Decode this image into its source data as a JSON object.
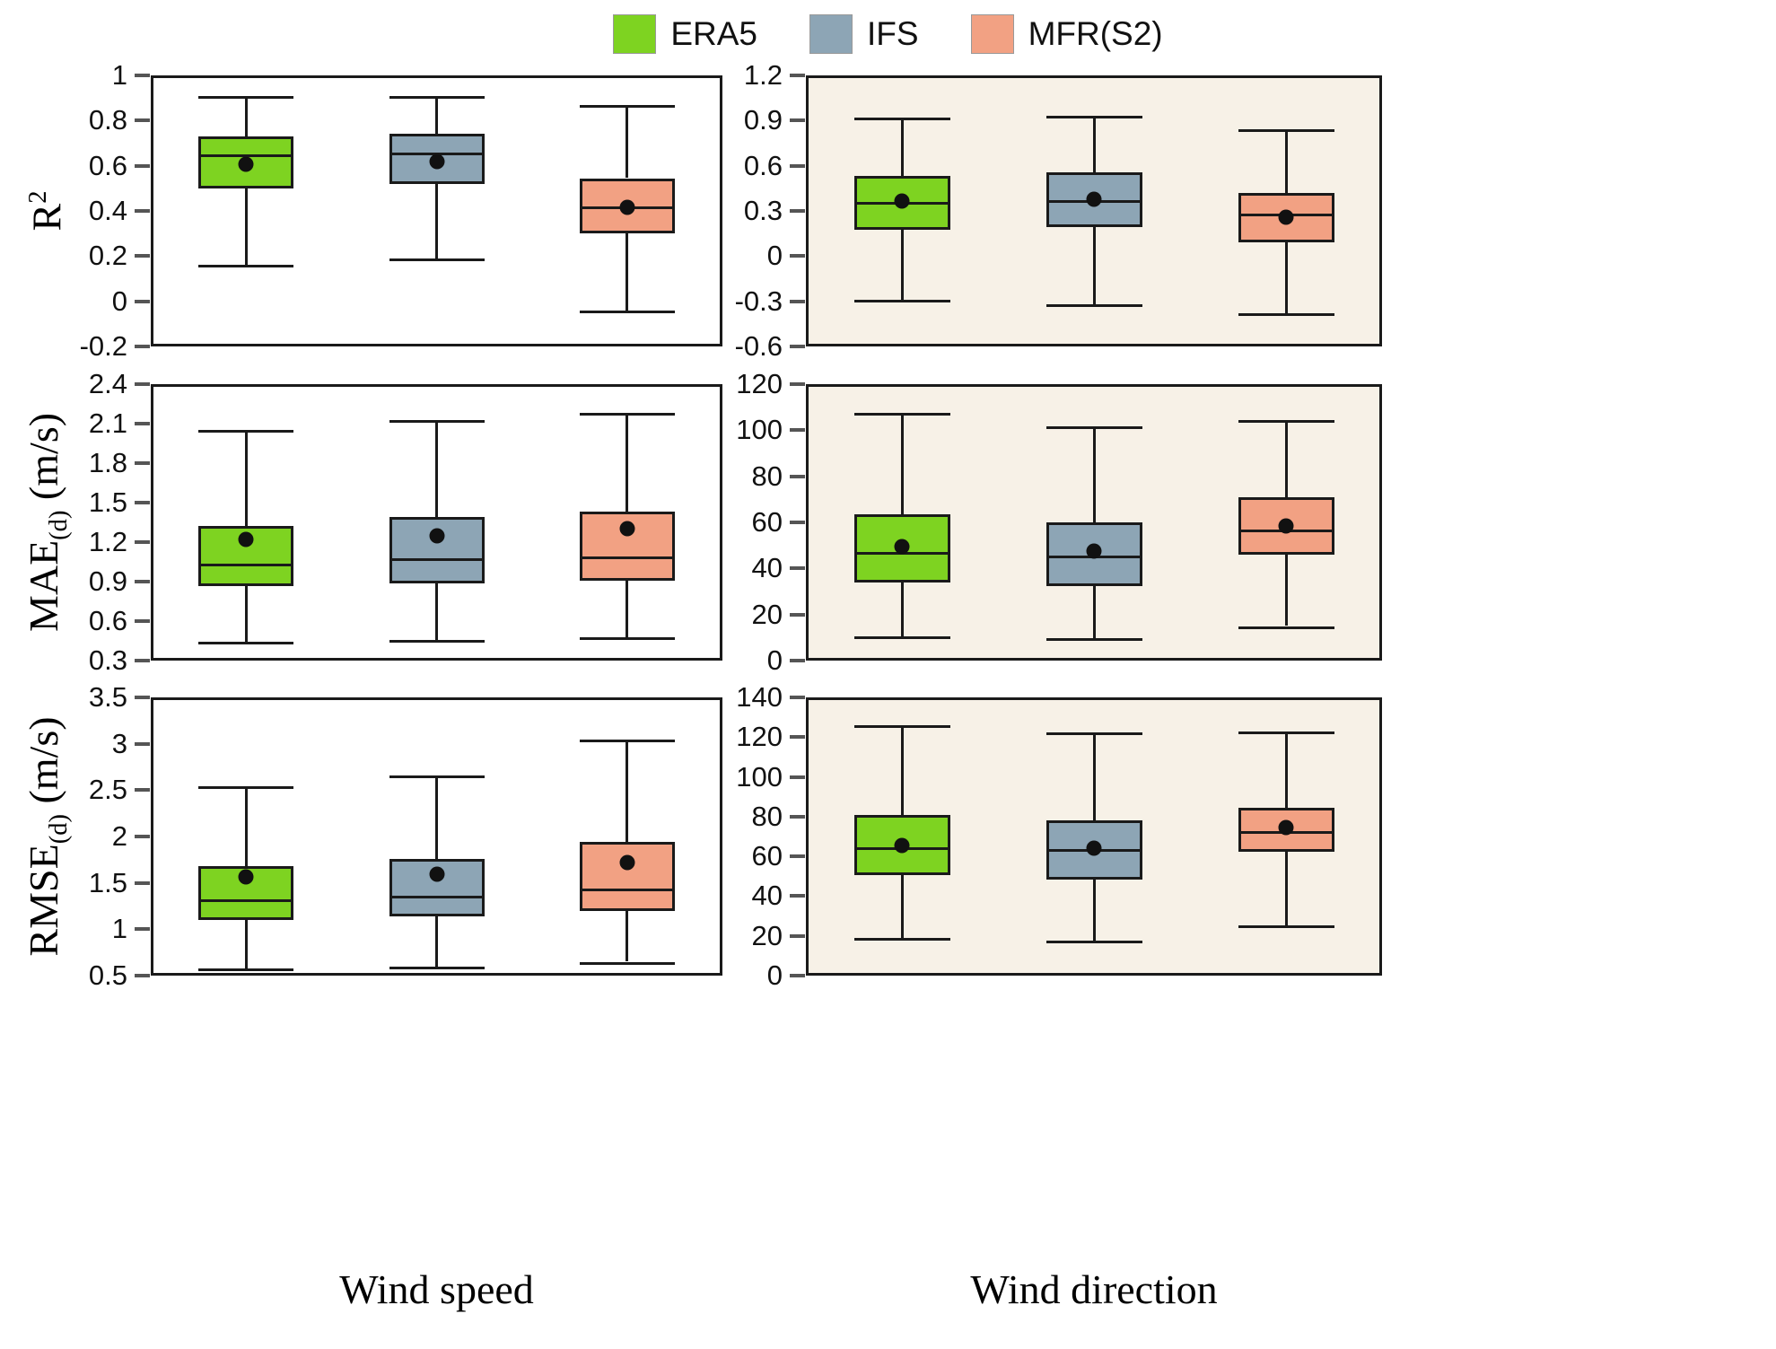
{
  "legend": {
    "items": [
      {
        "label": "ERA5",
        "color": "#7ed321"
      },
      {
        "label": "IFS",
        "color": "#8da5b5"
      },
      {
        "label": "MFR(S2)",
        "color": "#f2a183"
      }
    ]
  },
  "columns": [
    {
      "key": "wind_speed",
      "xlabel": "Wind speed",
      "background": "#ffffff"
    },
    {
      "key": "wind_direction",
      "xlabel": "Wind direction",
      "background": "#f7f1e7"
    }
  ],
  "rows": [
    {
      "key": "r2",
      "ylabel_html": "R<sup>2</sup>"
    },
    {
      "key": "mae",
      "ylabel_html": "MAE<sub>(d)</sub> (m/s)"
    },
    {
      "key": "rmse",
      "ylabel_html": "RMSE<sub>(d)</sub> (m/s)"
    }
  ],
  "chart_data": [
    {
      "type": "box",
      "panel": "r2-wind-speed",
      "title": "",
      "ylabel": "R^2",
      "xlabel": "Wind speed",
      "ylim": [
        -0.2,
        1.0
      ],
      "yticks": [
        1,
        0.8,
        0.6,
        0.4,
        0.2,
        0,
        -0.2
      ],
      "ytick_labels": [
        "1",
        "0.8",
        "0.6",
        "0.4",
        "0.2",
        "0",
        "-0.2"
      ],
      "grid": false,
      "categories": [
        "ERA5",
        "IFS",
        "MFR(S2)"
      ],
      "boxes": [
        {
          "name": "ERA5",
          "color": "#7ed321",
          "whisker_low": 0.16,
          "q1": 0.5,
          "median": 0.65,
          "q3": 0.73,
          "whisker_high": 0.91,
          "mean": 0.605
        },
        {
          "name": "IFS",
          "color": "#8da5b5",
          "whisker_low": 0.19,
          "q1": 0.52,
          "median": 0.66,
          "q3": 0.74,
          "whisker_high": 0.91,
          "mean": 0.62
        },
        {
          "name": "MFR(S2)",
          "color": "#f2a183",
          "whisker_low": -0.04,
          "q1": 0.3,
          "median": 0.42,
          "q3": 0.545,
          "whisker_high": 0.87,
          "mean": 0.415
        }
      ]
    },
    {
      "type": "box",
      "panel": "r2-wind-direction",
      "title": "",
      "ylabel": "R^2",
      "xlabel": "Wind direction",
      "ylim": [
        -0.6,
        1.2
      ],
      "yticks": [
        1.2,
        0.9,
        0.6,
        0.3,
        0,
        -0.3,
        -0.6
      ],
      "ytick_labels": [
        "1.2",
        "0.9",
        "0.6",
        "0.3",
        "0",
        "-0.3",
        "-0.6"
      ],
      "grid": false,
      "categories": [
        "ERA5",
        "IFS",
        "MFR(S2)"
      ],
      "boxes": [
        {
          "name": "ERA5",
          "color": "#7ed321",
          "whisker_low": -0.29,
          "q1": 0.175,
          "median": 0.36,
          "q3": 0.535,
          "whisker_high": 0.92,
          "mean": 0.365
        },
        {
          "name": "IFS",
          "color": "#8da5b5",
          "whisker_low": -0.32,
          "q1": 0.19,
          "median": 0.37,
          "q3": 0.555,
          "whisker_high": 0.93,
          "mean": 0.375
        },
        {
          "name": "MFR(S2)",
          "color": "#f2a183",
          "whisker_low": -0.38,
          "q1": 0.09,
          "median": 0.285,
          "q3": 0.42,
          "whisker_high": 0.84,
          "mean": 0.26
        }
      ]
    },
    {
      "type": "box",
      "panel": "mae-wind-speed",
      "title": "",
      "ylabel": "MAE_(d) (m/s)",
      "xlabel": "Wind speed",
      "ylim": [
        0.3,
        2.4
      ],
      "yticks": [
        2.4,
        2.1,
        1.8,
        1.5,
        1.2,
        0.9,
        0.6,
        0.3
      ],
      "ytick_labels": [
        "2.4",
        "2.1",
        "1.8",
        "1.5",
        "1.2",
        "0.9",
        "0.6",
        "0.3"
      ],
      "grid": false,
      "categories": [
        "ERA5",
        "IFS",
        "MFR(S2)"
      ],
      "boxes": [
        {
          "name": "ERA5",
          "color": "#7ed321",
          "whisker_low": 0.44,
          "q1": 0.865,
          "median": 1.035,
          "q3": 1.325,
          "whisker_high": 2.055,
          "mean": 1.22
        },
        {
          "name": "IFS",
          "color": "#8da5b5",
          "whisker_low": 0.46,
          "q1": 0.885,
          "median": 1.08,
          "q3": 1.39,
          "whisker_high": 2.13,
          "mean": 1.25
        },
        {
          "name": "MFR(S2)",
          "color": "#f2a183",
          "whisker_low": 0.48,
          "q1": 0.905,
          "median": 1.09,
          "q3": 1.435,
          "whisker_high": 2.185,
          "mean": 1.3
        }
      ]
    },
    {
      "type": "box",
      "panel": "mae-wind-direction",
      "title": "",
      "ylabel": "MAE_(d)",
      "xlabel": "Wind direction",
      "ylim": [
        0,
        120
      ],
      "yticks": [
        120,
        100,
        80,
        60,
        40,
        20,
        0
      ],
      "ytick_labels": [
        "120",
        "100",
        "80",
        "60",
        "40",
        "20",
        "0"
      ],
      "grid": false,
      "categories": [
        "ERA5",
        "IFS",
        "MFR(S2)"
      ],
      "boxes": [
        {
          "name": "ERA5",
          "color": "#7ed321",
          "whisker_low": 10.5,
          "q1": 34.0,
          "median": 47.0,
          "q3": 63.5,
          "whisker_high": 107.5,
          "mean": 49.5
        },
        {
          "name": "IFS",
          "color": "#8da5b5",
          "whisker_low": 9.8,
          "q1": 32.5,
          "median": 45.5,
          "q3": 60.0,
          "whisker_high": 101.5,
          "mean": 47.5
        },
        {
          "name": "MFR(S2)",
          "color": "#f2a183",
          "whisker_low": 15.0,
          "q1": 46.0,
          "median": 57.0,
          "q3": 71.0,
          "whisker_high": 104.5,
          "mean": 58.5
        }
      ]
    },
    {
      "type": "box",
      "panel": "rmse-wind-speed",
      "title": "",
      "ylabel": "RMSE_(d) (m/s)",
      "xlabel": "Wind speed",
      "ylim": [
        0.5,
        3.5
      ],
      "yticks": [
        3.5,
        3,
        2.5,
        2,
        1.5,
        1,
        0.5
      ],
      "ytick_labels": [
        "3.5",
        "3",
        "2.5",
        "2",
        "1.5",
        "1",
        "0.5"
      ],
      "grid": false,
      "categories": [
        "ERA5",
        "IFS",
        "MFR(S2)"
      ],
      "boxes": [
        {
          "name": "ERA5",
          "color": "#7ed321",
          "whisker_low": 0.58,
          "q1": 1.1,
          "median": 1.32,
          "q3": 1.68,
          "whisker_high": 2.54,
          "mean": 1.56
        },
        {
          "name": "IFS",
          "color": "#8da5b5",
          "whisker_low": 0.6,
          "q1": 1.14,
          "median": 1.36,
          "q3": 1.76,
          "whisker_high": 2.66,
          "mean": 1.59
        },
        {
          "name": "MFR(S2)",
          "color": "#f2a183",
          "whisker_low": 0.65,
          "q1": 1.2,
          "median": 1.44,
          "q3": 1.94,
          "whisker_high": 3.05,
          "mean": 1.72
        }
      ]
    },
    {
      "type": "box",
      "panel": "rmse-wind-direction",
      "title": "",
      "ylabel": "RMSE_(d)",
      "xlabel": "Wind direction",
      "ylim": [
        0,
        140
      ],
      "yticks": [
        140,
        120,
        100,
        80,
        60,
        40,
        20,
        0
      ],
      "ytick_labels": [
        "140",
        "120",
        "100",
        "80",
        "60",
        "40",
        "20",
        "0"
      ],
      "grid": false,
      "categories": [
        "ERA5",
        "IFS",
        "MFR(S2)"
      ],
      "boxes": [
        {
          "name": "ERA5",
          "color": "#7ed321",
          "whisker_low": 19.0,
          "q1": 50.5,
          "median": 64.5,
          "q3": 81.0,
          "whisker_high": 126.0,
          "mean": 65.5
        },
        {
          "name": "IFS",
          "color": "#8da5b5",
          "whisker_low": 17.5,
          "q1": 48.5,
          "median": 63.5,
          "q3": 78.0,
          "whisker_high": 122.5,
          "mean": 64.0
        },
        {
          "name": "MFR(S2)",
          "color": "#f2a183",
          "whisker_low": 25.5,
          "q1": 62.5,
          "median": 72.5,
          "q3": 84.5,
          "whisker_high": 123.0,
          "mean": 74.5
        }
      ]
    }
  ]
}
